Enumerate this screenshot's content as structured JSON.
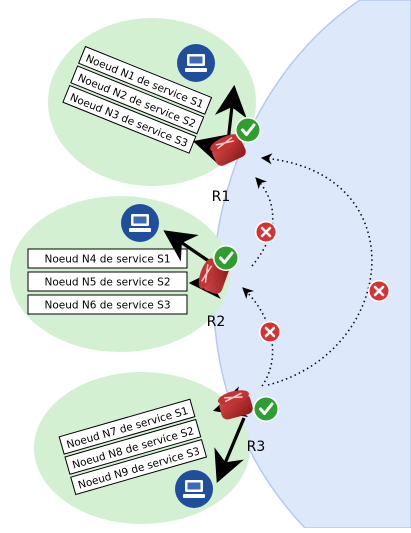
{
  "diagram": {
    "routers": [
      {
        "label": "R1"
      },
      {
        "label": "R2"
      },
      {
        "label": "R3"
      }
    ],
    "groups": [
      {
        "nodes": [
          "Noeud N1 de service S1",
          "Noeud N2 de service S2",
          "Noeud N3 de service S3"
        ]
      },
      {
        "nodes": [
          "Noeud N4 de service S1",
          "Noeud N5 de service S2",
          "Noeud N6 de service S3"
        ]
      },
      {
        "nodes": [
          "Noeud N7 de service S1",
          "Noeud N8 de service S2",
          "Noeud N9 de service S3"
        ]
      }
    ]
  },
  "colors": {
    "network": "#dde8fb",
    "network_border": "#b7c9ec",
    "cluster": "#d3f0d3",
    "router": "#b02424",
    "ok": "#2f9e31",
    "blocked": "#d93030",
    "computer": "#1f4f9c"
  },
  "icons": {
    "computer": "computer-icon",
    "ok": "check-icon",
    "blocked": "cross-icon",
    "router": "router-icon"
  }
}
